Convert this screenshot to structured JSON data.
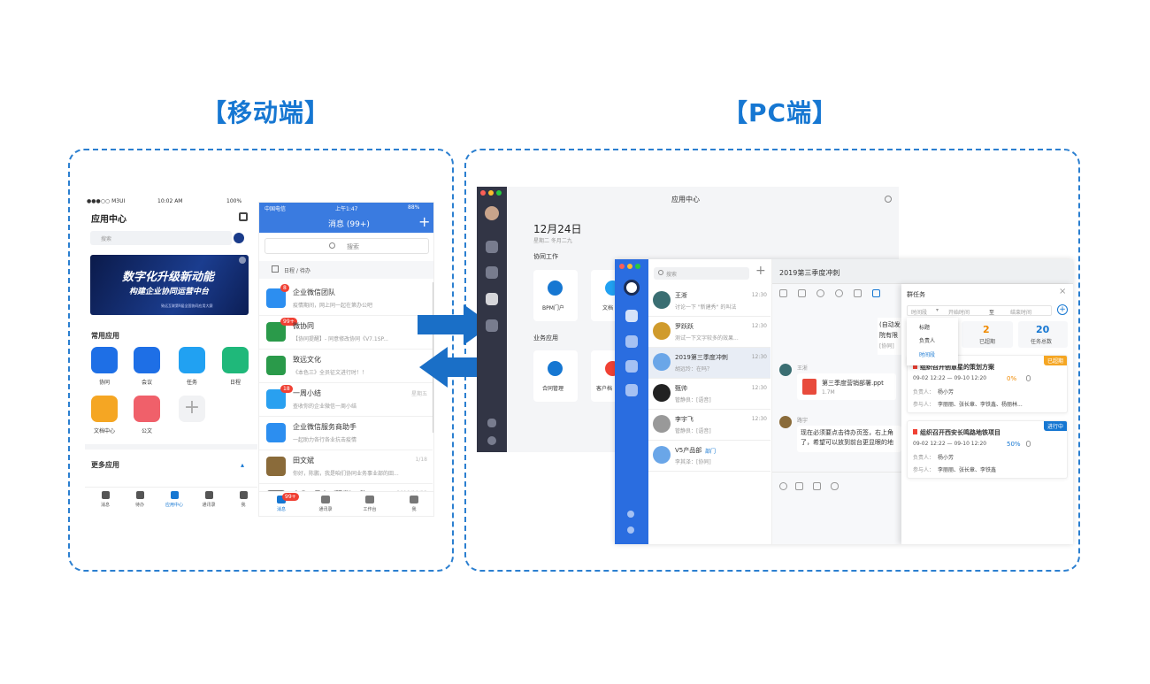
{
  "headings": {
    "mobile": "【移动端】",
    "pc": "【PC端】"
  },
  "phone1": {
    "status_left": "●●●○○ M3UI",
    "status_time": "10:02 AM",
    "status_right": "100%",
    "title": "应用中心",
    "search_placeholder": "搜索",
    "banner_line1": "数字化升级新动能",
    "banner_line2": "构建企业协同运营中台",
    "banner_line3": "致远互联第9届全国协同应用大赛",
    "common_apps_title": "常用应用",
    "apps": [
      {
        "label": "协同",
        "color": "#1e6fe6"
      },
      {
        "label": "会议",
        "color": "#1e6fe6"
      },
      {
        "label": "任务",
        "color": "#21a1f2"
      },
      {
        "label": "日程",
        "color": "#1fb87a"
      },
      {
        "label": "文档中心",
        "color": "#f5a623"
      },
      {
        "label": "公文",
        "color": "#f0606a"
      }
    ],
    "more_apps_title": "更多应用",
    "tabs": [
      "消息",
      "待办",
      "应用中心",
      "通讯录",
      "我"
    ]
  },
  "phone2": {
    "status_left": "中国电信",
    "status_time": "上午1:47",
    "status_right": "88%",
    "title": "消息 (99+)",
    "search_placeholder": "搜索",
    "section": "日程 / 待办",
    "messages": [
      {
        "name": "企业微信团队",
        "preview": "疫情期间，网上同一起在第办公吧",
        "time": "",
        "badge": "8",
        "color": "#2c8ef0"
      },
      {
        "name": "微协同",
        "preview": "【协同提醒】- 同意修改协同《V7.1SP...",
        "time": "",
        "badge": "99+",
        "color": "#2a9a4a"
      },
      {
        "name": "致远文化",
        "preview": "《本色三》全员征文进行时！！",
        "time": "",
        "badge": "",
        "color": "#2a9a4a"
      },
      {
        "name": "一周小结",
        "preview": "查收你的企业微信一周小结",
        "time": "星期五",
        "badge": "18",
        "color": "#29a0f0"
      },
      {
        "name": "企业微信服务商助手",
        "preview": "一起助力各行各业抗击疫情",
        "time": "",
        "badge": "",
        "color": "#2c8ef0"
      },
      {
        "name": "田文斌",
        "preview": "你好，陈鹏，我是咱们协同业务事业部的田...",
        "time": "1/18",
        "badge": "",
        "color": "#8a6b3a"
      },
      {
        "name": "辛裴、吴杰（研发）、陈...",
        "preview": "",
        "time": "2019/10/12",
        "badge": "",
        "color": "#777"
      }
    ],
    "tabs": [
      "消息",
      "通讯录",
      "工作台",
      "我"
    ],
    "tab_badge": "99+"
  },
  "pc1": {
    "title": "应用中心",
    "date": "12月24日",
    "subdate": "星期二 冬月二九",
    "section1": "协同工作",
    "cards1": [
      "BPM门户",
      "文档"
    ],
    "section2": "业务应用",
    "cards2": [
      "合同管理",
      "客户档"
    ]
  },
  "pc2": {
    "search_placeholder": "搜索",
    "chat_title": "2019第三季度冲刺",
    "chats": [
      {
        "name": "王淅",
        "preview": "讨论一下 \"新建秀\" 的叫法",
        "time": "12:30",
        "color": "#3a6e72"
      },
      {
        "name": "罗跃跃",
        "preview": "测试一下文字较多的效果...",
        "time": "12:30",
        "color": "#d09b2c"
      },
      {
        "name": "2019第三季度冲刺",
        "preview": "胡远玲：在吗？",
        "time": "12:30",
        "color": "#6aa6e8"
      },
      {
        "name": "甄帅",
        "preview": "管静良：[语音]",
        "time": "12:30",
        "color": "#222"
      },
      {
        "name": "李宇飞",
        "preview": "管静良：[语音]",
        "time": "12:30",
        "color": "#999"
      },
      {
        "name": "V5产品部",
        "tag": "部门",
        "preview": "李其泽：[协同]",
        "time": "",
        "color": "#6aa6e8"
      }
    ],
    "msg_sender1": "王淅",
    "file_name": "第三季度营销部署.ppt",
    "file_size": "1.7M",
    "msg_sender2": "路宇",
    "msg_text": "现在必须要点击待办页签，右上角了，希望可以放到前台更显眼的地",
    "partial_text1": "(自动发",
    "partial_text2": "院有限",
    "partial_text3": "[协同]",
    "task_panel": {
      "title": "群任务",
      "filter_time": "时间段",
      "start_placeholder": "开始时间",
      "to": "至",
      "end_placeholder": "结束时间",
      "dropdown": [
        "标题",
        "负责人",
        "时间段"
      ],
      "stats": [
        {
          "value": "2",
          "label": "已超期",
          "color": "#f08a00"
        },
        {
          "value": "20",
          "label": "任务总数",
          "color": "#1677d2"
        }
      ],
      "tasks": [
        {
          "title": "组织召开创意星的策划方案",
          "status": "已超期",
          "status_color": "#f5a623",
          "dates": "09-02 12:22 — 09-10 12:20",
          "progress": "0%",
          "progress_color": "#f08a00",
          "owner_label": "负责人：",
          "owner": "杨小芳",
          "members_label": "参与人：",
          "members": "李丽丽、张长章、李铁鑫、杨丽林..."
        },
        {
          "title": "组织召开西安长鸣路地铁项目",
          "status": "进行中",
          "status_color": "#1677d2",
          "dates": "09-02 12:22 — 09-10 12:20",
          "progress": "50%",
          "progress_color": "#1677d2",
          "owner_label": "负责人：",
          "owner": "杨小芳",
          "members_label": "参与人：",
          "members": "李丽丽、张长章、李铁鑫"
        }
      ]
    }
  }
}
